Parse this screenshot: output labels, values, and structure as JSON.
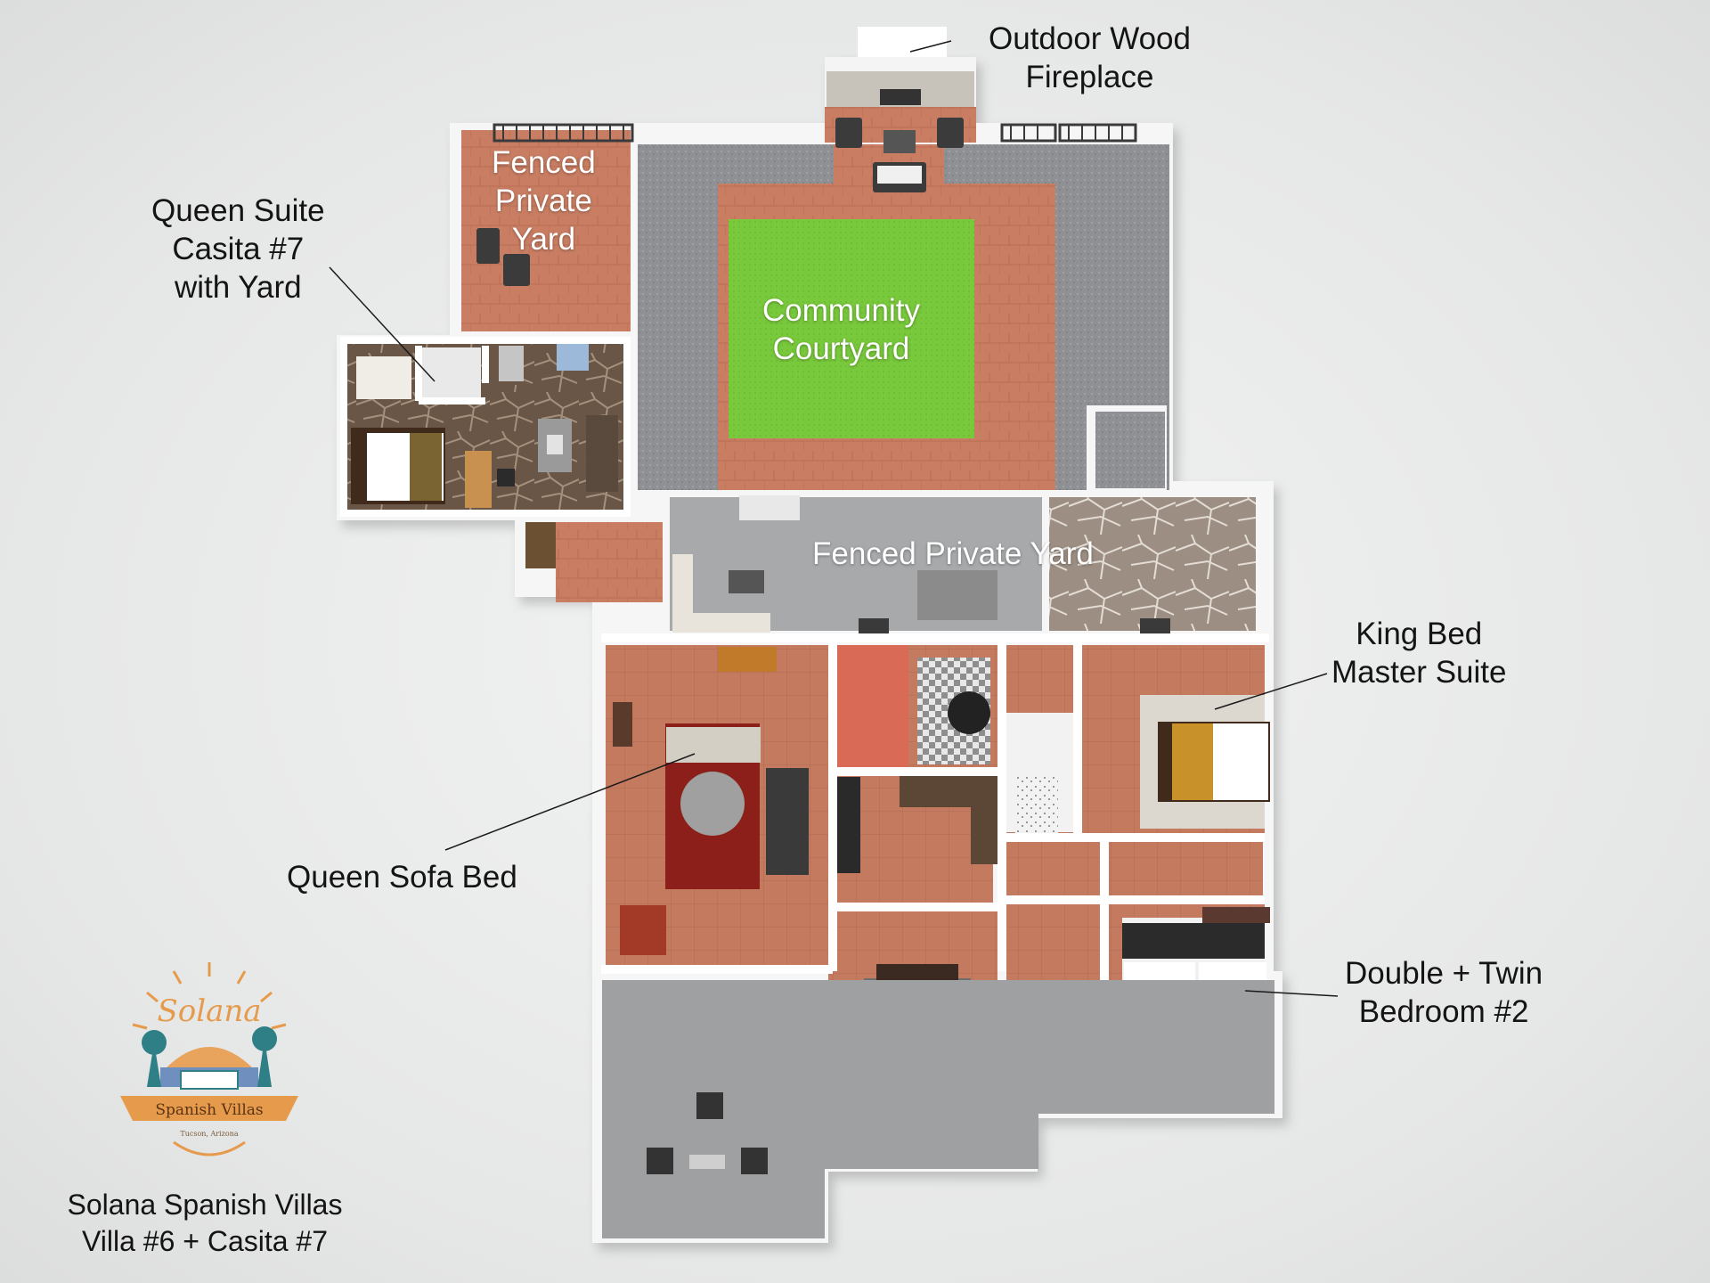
{
  "labels": {
    "outdoor_fireplace": [
      "Outdoor Wood",
      "Fireplace"
    ],
    "queen_suite": [
      "Queen Suite",
      "Casita #7",
      "with Yard"
    ],
    "king_suite": [
      "King Bed",
      "Master Suite"
    ],
    "queen_sofa": "Queen Sofa Bed",
    "double_twin": [
      "Double + Twin",
      "Bedroom #2"
    ]
  },
  "plan_labels": {
    "fenced_yard_casita": [
      "Fenced",
      "Private",
      "Yard"
    ],
    "community_courtyard": [
      "Community",
      "Courtyard"
    ],
    "fenced_yard_villa": "Fenced Private Yard"
  },
  "logo": {
    "script": "Solana",
    "banner": "Spanish Villas",
    "location": "Tucson, Arizona"
  },
  "caption": [
    "Solana Spanish Villas",
    "Villa #6 + Casita #7"
  ],
  "colors": {
    "brick": "#c97e63",
    "lawn": "#79c93c",
    "gravel": "#8f9194",
    "concrete": "#a7a9ab",
    "stone": "#9d8f83",
    "wall": "#ffffff",
    "accent_red": "#d96a55",
    "logo_orange": "#e69a4c",
    "logo_teal": "#2e7f86"
  }
}
